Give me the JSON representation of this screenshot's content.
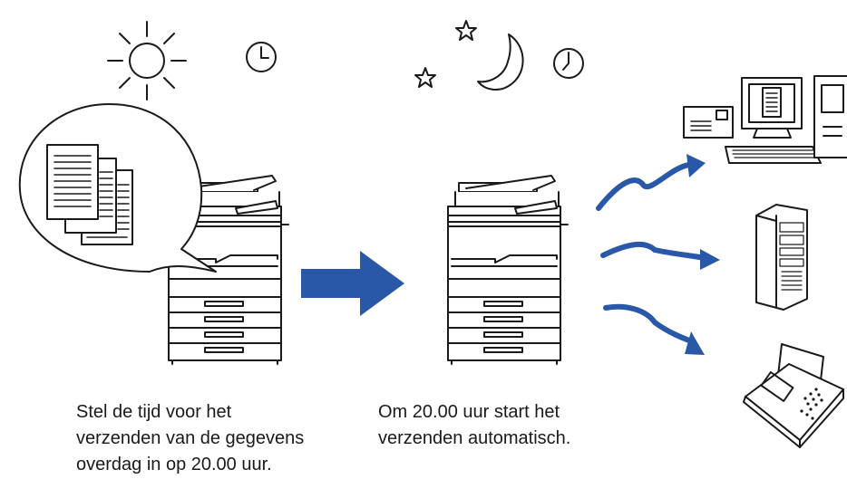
{
  "colors": {
    "accent": "#2a58a8",
    "stroke": "#1a1a1a"
  },
  "icons": [
    "sun-icon",
    "clock-icon",
    "star-icon",
    "moon-icon",
    "document-stack-icon",
    "copier-icon",
    "arrow-right-icon",
    "computer-icon",
    "server-icon",
    "fax-icon",
    "envelope-icon"
  ],
  "captions": {
    "left": [
      "Stel de tijd voor het",
      "verzenden van de gegevens",
      "overdag in op 20.00 uur."
    ],
    "right": [
      "Om 20.00 uur start het",
      "verzenden automatisch."
    ]
  }
}
